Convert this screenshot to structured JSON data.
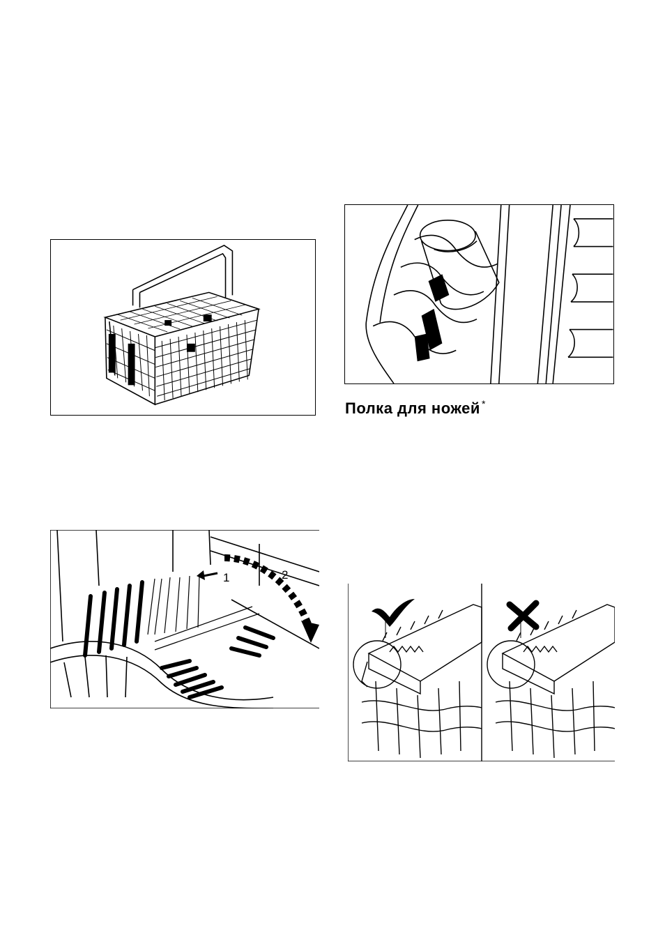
{
  "section": {
    "title": "Полка  для  ножей",
    "title_mark": "*"
  },
  "figures": {
    "cutlery_rack": {
      "callouts": [
        "1",
        "2"
      ]
    },
    "knife_shelf": {
      "correct_icon": "check-mark-icon",
      "wrong_icon": "cross-mark-icon"
    }
  },
  "colors": {
    "ink": "#000000",
    "paper": "#ffffff"
  }
}
